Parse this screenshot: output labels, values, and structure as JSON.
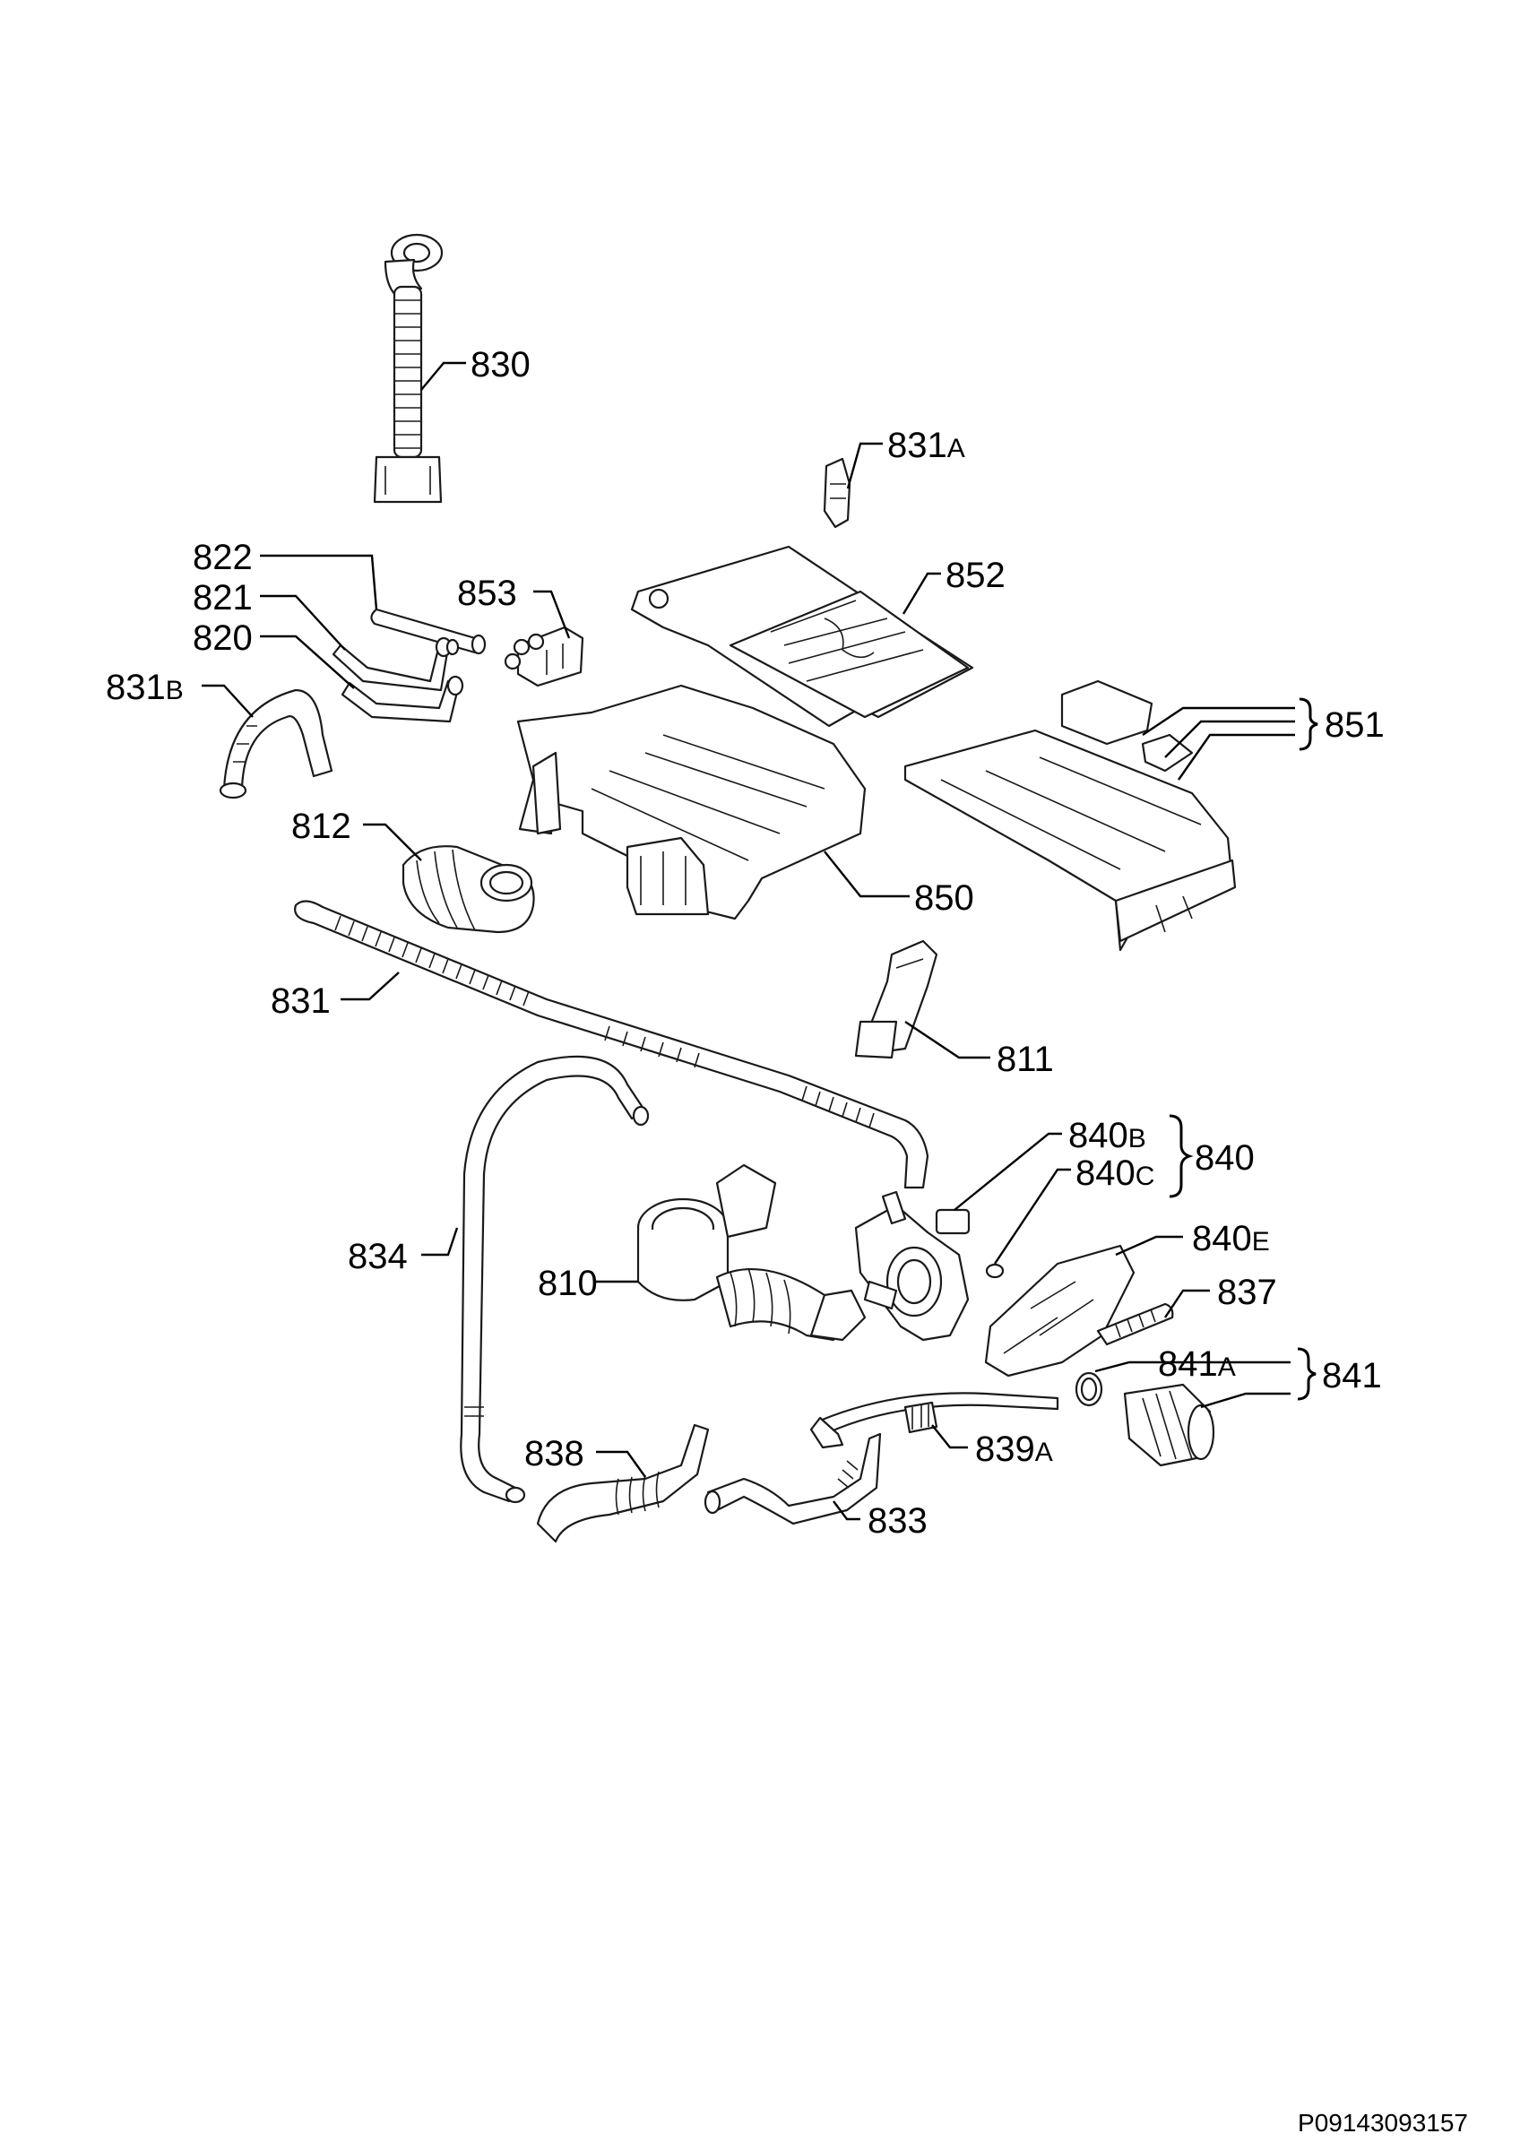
{
  "diagram": {
    "labels": {
      "l830": "830",
      "l831a_num": "831",
      "l831a_suf": "A",
      "l822": "822",
      "l853": "853",
      "l852": "852",
      "l821": "821",
      "l820": "820",
      "l831b_num": "831",
      "l831b_suf": "B",
      "l851": "851",
      "l812": "812",
      "l850": "850",
      "l831": "831",
      "l811": "811",
      "l840b_num": "840",
      "l840b_suf": "B",
      "l840": "840",
      "l840c_num": "840",
      "l840c_suf": "C",
      "l834": "834",
      "l840e_num": "840",
      "l840e_suf": "E",
      "l810": "810",
      "l837": "837",
      "l841a_num": "841",
      "l841a_suf": "A",
      "l841": "841",
      "l838": "838",
      "l839a_num": "839",
      "l839a_suf": "A",
      "l833": "833"
    },
    "document_id": "P09143093157"
  }
}
